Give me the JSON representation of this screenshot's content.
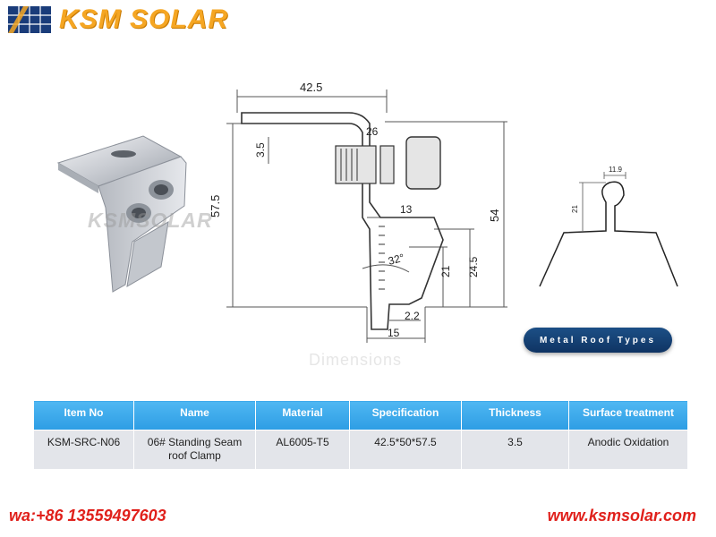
{
  "brand": {
    "name": "KSM SOLAR"
  },
  "watermark": "KSMSOLAR",
  "dimensions": {
    "width_top": "42.5",
    "height_total": "57.5",
    "thickness_top": "3.5",
    "bolt_gap": "26",
    "right_height": "54",
    "foot_width": "13",
    "angle": "32°",
    "jaw_height_inner": "21",
    "jaw_height_outer": "24.5",
    "jaw_offset": "2.2",
    "base_width": "15"
  },
  "roof_diagram": {
    "seam_width": "11.9",
    "seam_height": "21"
  },
  "roof_button": {
    "label": "Metal Roof Types"
  },
  "ghost_caption": "Dimensions",
  "table": {
    "headers": [
      "Item No",
      "Name",
      "Material",
      "Specification",
      "Thickness",
      "Surface treatment"
    ],
    "row": {
      "item_no": "KSM-SRC-N06",
      "name_line1": "06# Standing Seam",
      "name_line2": "roof Clamp",
      "material": "AL6005-T5",
      "specification": "42.5*50*57.5",
      "thickness": "3.5",
      "surface": "Anodic Oxidation"
    }
  },
  "contact": {
    "whatsapp": "wa:+86 13559497603",
    "website": "www.ksmsolar.com"
  },
  "colors": {
    "brand_orange": "#f5a623",
    "header_blue": "#3aa7ea",
    "contact_red": "#e0201b",
    "pill_navy": "#153f72"
  }
}
